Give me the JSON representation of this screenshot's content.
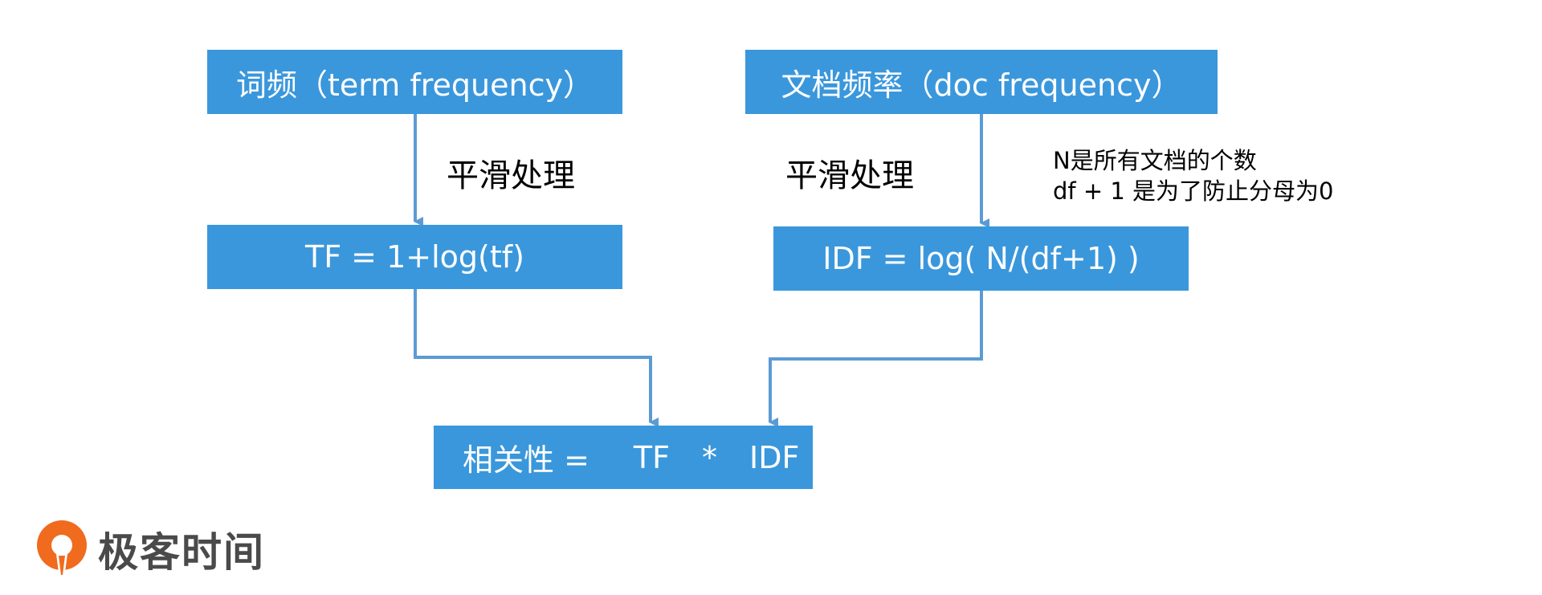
{
  "boxes": {
    "tf_source": "词频（term frequency）",
    "df_source": "文档频率（doc frequency）",
    "tf_formula": "TF = 1+log(tf)",
    "idf_formula": "IDF = log( N/(df+1) )",
    "relevance": {
      "label": "相关性 =",
      "tf": "TF",
      "op": "*",
      "idf": "IDF"
    }
  },
  "labels": {
    "smooth_left": "平滑处理",
    "smooth_right": "平滑处理",
    "note_line1": "N是所有文档的个数",
    "note_line2": "df + 1 是为了防止分母为0"
  },
  "logo": {
    "text": "极客时间"
  },
  "colors": {
    "box_fill": "#3a97dc",
    "connector": "#5b9bd5",
    "logo_orange": "#f06b1e"
  }
}
